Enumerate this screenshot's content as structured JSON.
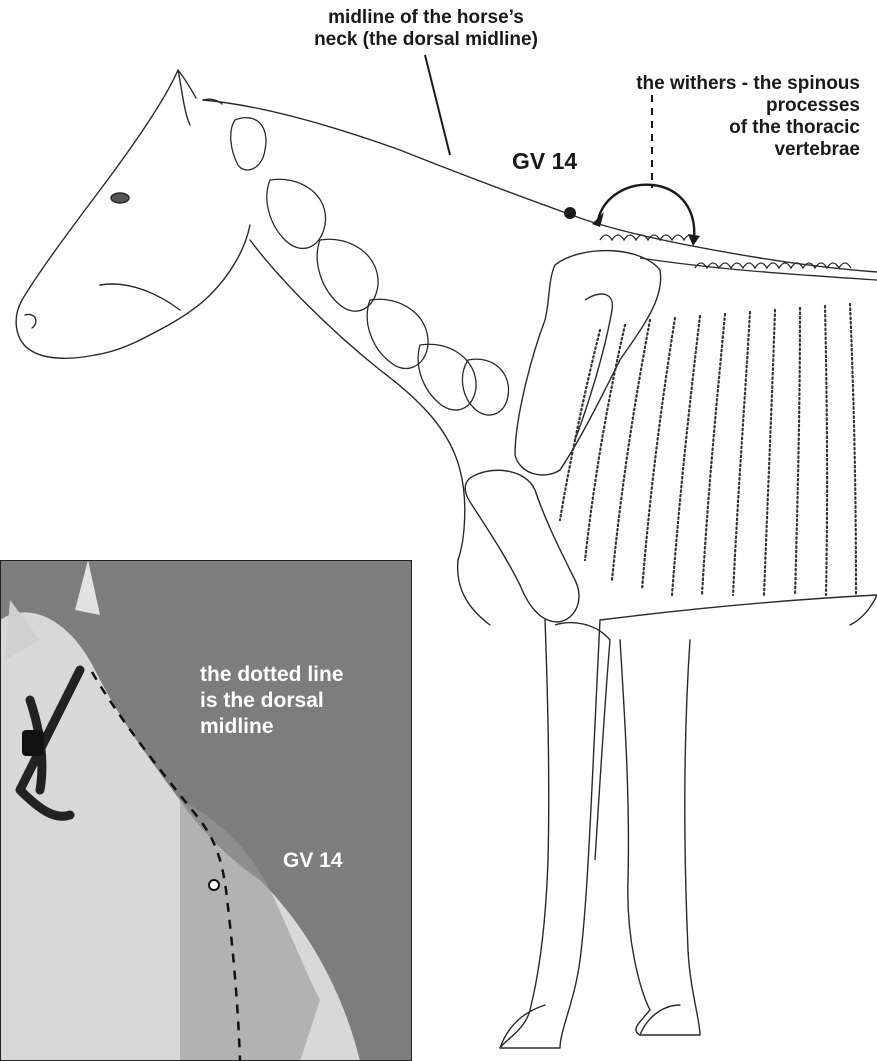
{
  "labels": {
    "neck_midline": [
      "midline of the horse’s",
      "neck (the dorsal midline)"
    ],
    "withers": [
      "the withers - the spinous",
      "processes",
      "of the thoracic",
      "vertebrae"
    ],
    "gv14_diagram": "GV 14",
    "photo_midline": [
      "the dotted line",
      "is the dorsal",
      "midline"
    ],
    "gv14_photo": "GV 14"
  },
  "colors": {
    "line": "#2a2a2a",
    "background": "#ffffff",
    "photo_ground": "#7c7c7c",
    "photo_horse": "#d9d9d9",
    "photo_text": "#ffffff"
  }
}
